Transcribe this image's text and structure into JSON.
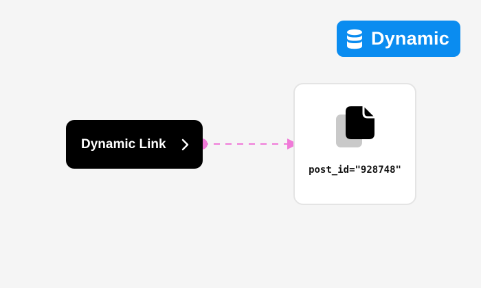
{
  "badge": {
    "label": "Dynamic",
    "icon": "database-icon",
    "color": "#0a8cf0"
  },
  "link_button": {
    "label": "Dynamic Link",
    "icon": "chevron-right-icon",
    "background": "#000000"
  },
  "connector": {
    "style": "dashed-arrow",
    "color": "#f07ad8"
  },
  "card": {
    "icon": "document-stack-icon",
    "value": "post_id=\"928748\""
  }
}
